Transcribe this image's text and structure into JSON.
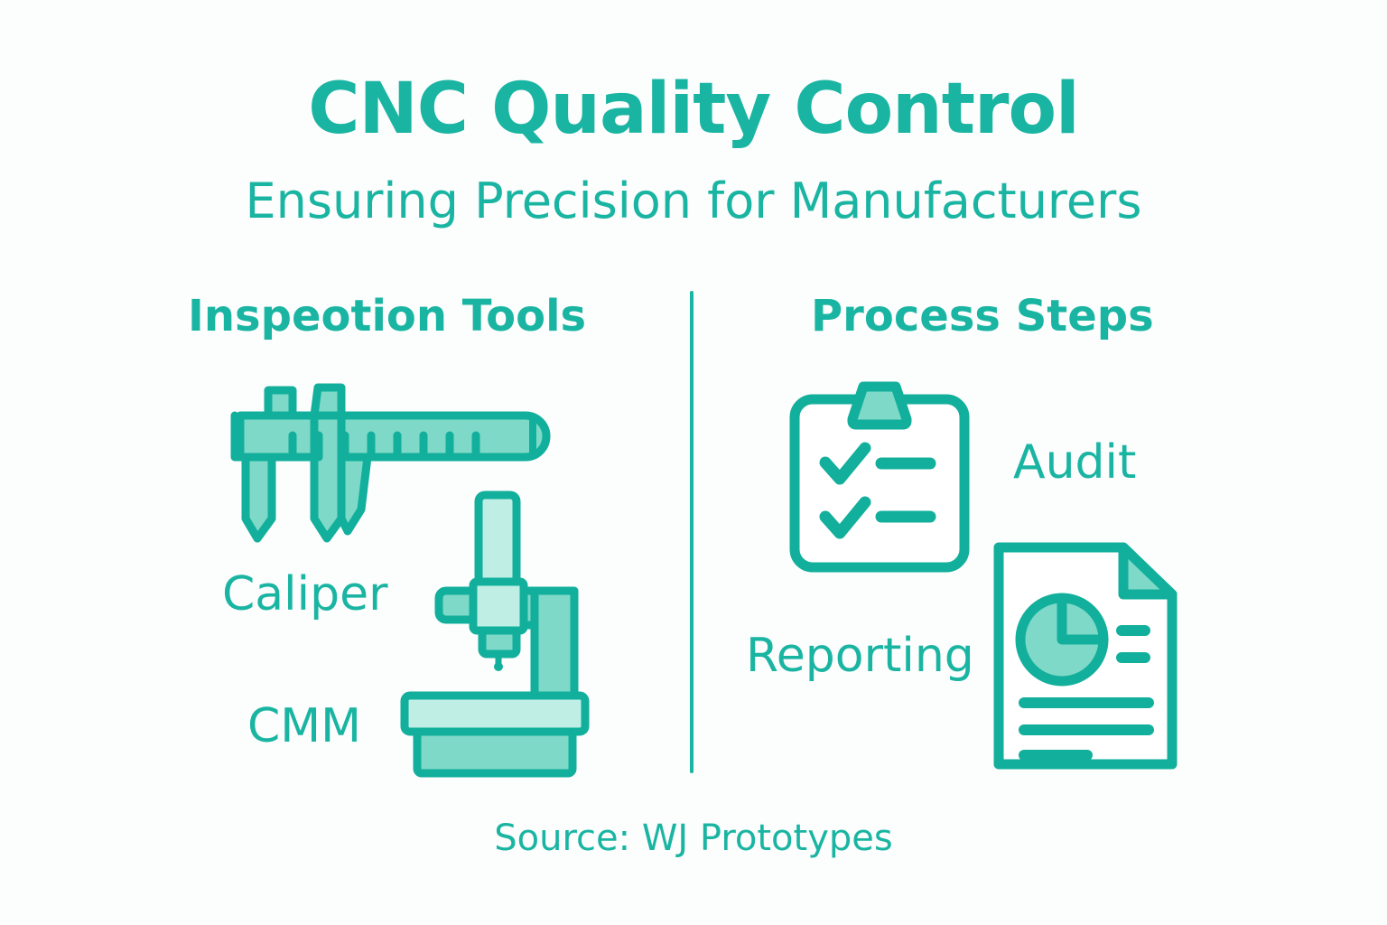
{
  "theme": {
    "background": "#fcfdfd",
    "accent": "#1ab5a2",
    "fill_light": "#7fd9c8",
    "fill_lighter": "#bfeee5"
  },
  "header": {
    "title": "CNC Quality Control",
    "subtitle": "Ensuring Precision for Manufacturers"
  },
  "columns": {
    "left": {
      "heading": "Inspeotion Tools",
      "items": [
        {
          "label": "Caliper",
          "icon": "caliper-icon"
        },
        {
          "label": "CMM",
          "icon": "cmm-icon"
        }
      ]
    },
    "right": {
      "heading": "Process Steps",
      "items": [
        {
          "label": "Audit",
          "icon": "clipboard-checklist-icon"
        },
        {
          "label": "Reporting",
          "icon": "report-document-icon"
        }
      ]
    }
  },
  "footer": {
    "source": "Source: WJ Prototypes"
  }
}
